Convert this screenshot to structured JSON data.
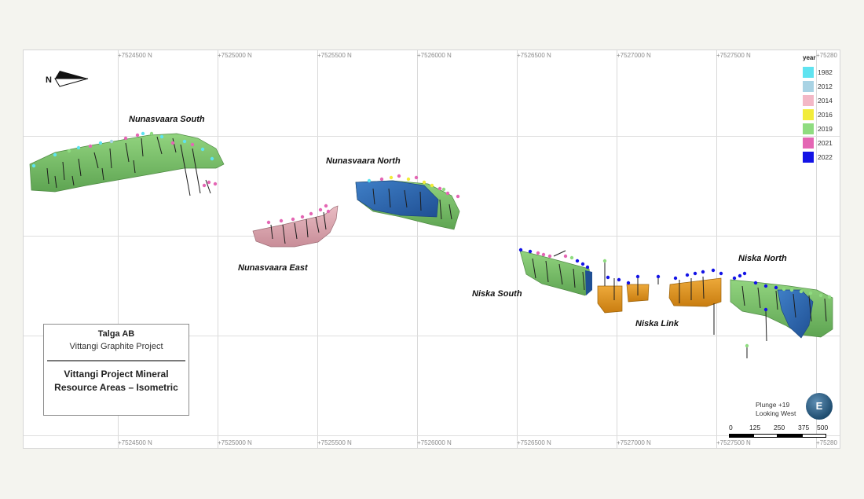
{
  "grid": {
    "top_ticks": [
      "+7524500 N",
      "+7525000 N",
      "+7525500 N",
      "+7526000 N",
      "+7526500 N",
      "+7527000 N",
      "+7527500 N",
      "+75280"
    ],
    "bottom_ticks": [
      "+7524500 N",
      "+7525000 N",
      "+7525500 N",
      "+7526000 N",
      "+7526500 N",
      "+7527000 N",
      "+7527500 N",
      "+75280"
    ]
  },
  "north_arrow": {
    "label": "N",
    "icon": "north-arrow-icon"
  },
  "areas": {
    "nunasvaara_south": "Nunasvaara South",
    "nunasvaara_north": "Nunasvaara North",
    "nunasvaara_east": "Nunasvaara East",
    "niska_south": "Niska South",
    "niska_link": "Niska Link",
    "niska_north": "Niska North"
  },
  "colors": {
    "green_body": "#7cc36a",
    "blue_body": "#2c68b6",
    "pink_body": "#d9a4ad",
    "orange_body": "#e0961f"
  },
  "legend": {
    "title": "year",
    "items": [
      {
        "label": "1982",
        "color": "#5fe3f0"
      },
      {
        "label": "2012",
        "color": "#a9d3e4"
      },
      {
        "label": "2014",
        "color": "#f3b8c6"
      },
      {
        "label": "2016",
        "color": "#f2ec3a"
      },
      {
        "label": "2019",
        "color": "#8fdc80"
      },
      {
        "label": "2021",
        "color": "#e466b4"
      },
      {
        "label": "2022",
        "color": "#1313e6"
      }
    ]
  },
  "title_box": {
    "company": "Talga AB",
    "project": "Vittangi Graphite Project",
    "heading": "Vittangi Project Mineral Resource Areas – Isometric"
  },
  "view": {
    "plunge": "Plunge +19",
    "looking": "Looking West",
    "compass_letter": "E"
  },
  "scale": {
    "labels": [
      "0",
      "125",
      "250",
      "375",
      "500"
    ]
  }
}
